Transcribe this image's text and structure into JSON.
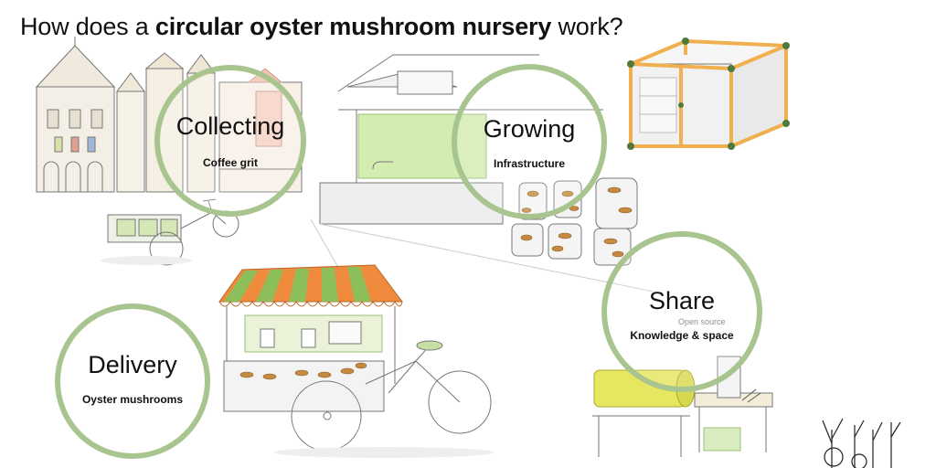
{
  "title": {
    "prefix": "How does a ",
    "bold": "circular oyster mushroom nursery",
    "suffix": " work?"
  },
  "steps": [
    {
      "title": "Collecting",
      "subtitle": "Coffee grit"
    },
    {
      "title": "Growing",
      "subtitle": "Infrastructure"
    },
    {
      "title": "Share",
      "subtitle": "Knowledge & space"
    },
    {
      "title": "Delivery",
      "subtitle": "Oyster mushrooms"
    }
  ],
  "illustration_text": {
    "sign": "Open source"
  },
  "colors": {
    "ring": "#a9c58f",
    "awning_green": "#8cbf5a",
    "awning_orange": "#f08a3c",
    "frame_orange": "#f0b050",
    "frame_green": "#4f7a3a",
    "wall_green": "#c8e6a0",
    "yellow": "#e6e660"
  }
}
